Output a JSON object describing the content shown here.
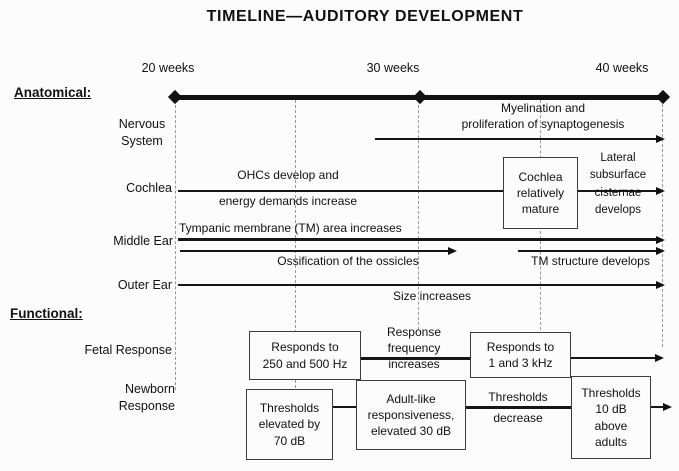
{
  "title": "TIMELINE—AUDITORY DEVELOPMENT",
  "timeline": {
    "week_labels": [
      "20 weeks",
      "30 weeks",
      "40 weeks"
    ]
  },
  "sections": {
    "anatomical": "Anatomical:",
    "functional": "Functional:"
  },
  "rows": {
    "nervous_system": {
      "label_lines": [
        "Nervous",
        "System"
      ],
      "annotation_lines": [
        "Myelination and",
        "proliferation of synaptogenesis"
      ]
    },
    "cochlea": {
      "label": "Cochlea",
      "above_line": "OHCs develop and",
      "below_line": "energy demands increase",
      "box_lines": [
        "Cochlea",
        "relatively",
        "mature"
      ],
      "right_annotation_lines": [
        "Lateral",
        "subsurface",
        "cisternae",
        "develops"
      ]
    },
    "middle_ear": {
      "label": "Middle Ear",
      "top_annotation": "Tympanic membrane (TM) area increases",
      "ossification_annotation": "Ossification of the ossicles",
      "tm_structure_annotation": "TM structure develops"
    },
    "outer_ear": {
      "label": "Outer Ear",
      "annotation": "Size increases"
    },
    "fetal_response": {
      "label": "Fetal Response",
      "box1_lines": [
        "Responds to",
        "250 and 500 Hz"
      ],
      "mid_annotation_lines": [
        "Response",
        "frequency",
        "increases"
      ],
      "box2_lines": [
        "Responds to",
        "1 and 3 kHz"
      ]
    },
    "newborn_response": {
      "label_lines": [
        "Newborn",
        "Response"
      ],
      "box1_lines": [
        "Thresholds",
        "elevated by",
        "70 dB"
      ],
      "box2_lines": [
        "Adult-like",
        "responsiveness,",
        "elevated 30 dB"
      ],
      "mid_annotation_lines": [
        "Thresholds",
        "decrease"
      ],
      "box3_lines": [
        "Thresholds",
        "10 dB",
        "above",
        "adults"
      ]
    }
  },
  "colors": {
    "ink": "#111111",
    "dashed_gridline": "#999999",
    "background": "#fcfcfc"
  }
}
